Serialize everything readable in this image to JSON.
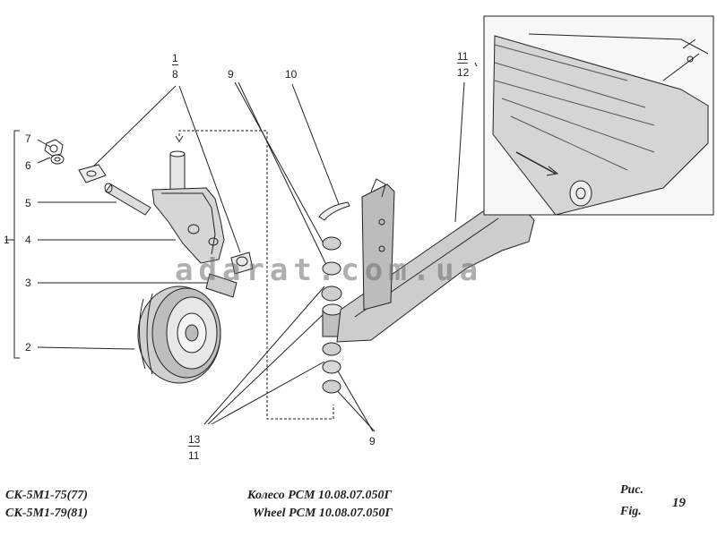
{
  "callouts": {
    "c1_top": "1",
    "c8_top": "8",
    "c7": "7",
    "c6": "6",
    "c5": "5",
    "c1_left": "1",
    "c4": "4",
    "c3": "3",
    "c2": "2",
    "c9_top": "9",
    "c10": "10",
    "c11_top": "11",
    "c12": "12",
    "c13": "13",
    "c11_bottom": "11",
    "c9_bottom": "9"
  },
  "watermark": "adarat.com.ua",
  "footer": {
    "model_1": "СК-5М1-75(77)",
    "model_2": "СК-5М1-79(81)",
    "title_ru": "Колесо РСМ 10.08.07.050Г",
    "title_en": "Wheel РСМ 10.08.07.050Г",
    "fig_ru": "Рис.",
    "fig_en": "Fig.",
    "fig_number": "19"
  },
  "colors": {
    "ink": "#222222",
    "watermark": "#8a8a8a",
    "background": "#ffffff"
  }
}
